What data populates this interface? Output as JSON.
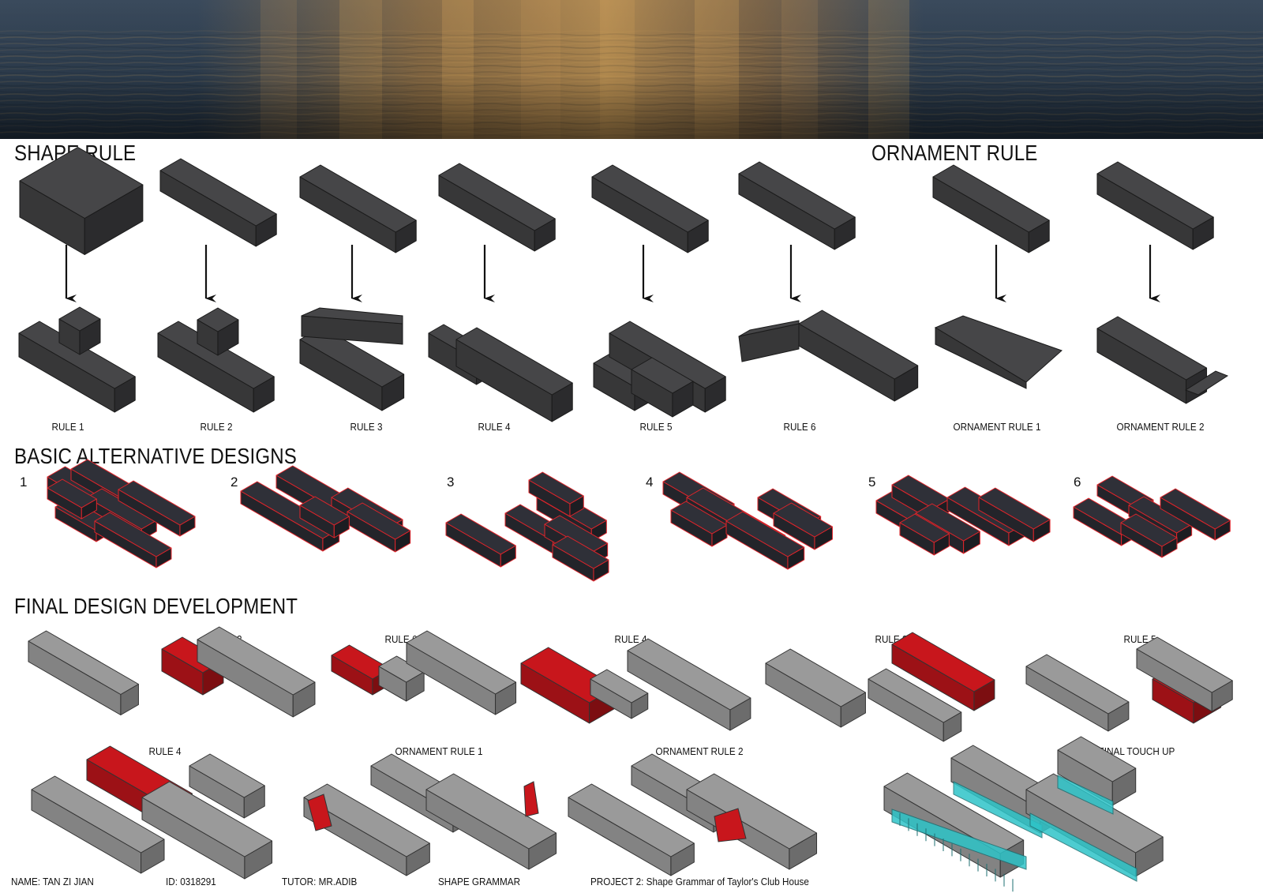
{
  "sections": {
    "shape_rule": "SHAPE RULE",
    "ornament_rule": "ORNAMENT RULE",
    "alternatives": "BASIC ALTERNATIVE DESIGNS",
    "final_dev": "FINAL DESIGN DEVELOPMENT"
  },
  "shape_rules": [
    "RULE 1",
    "RULE 2",
    "RULE 3",
    "RULE 4",
    "RULE 5",
    "RULE 6"
  ],
  "ornament_rules": [
    "ORNAMENT RULE 1",
    "ORNAMENT RULE 2"
  ],
  "alternative_numbers": [
    "1",
    "2",
    "3",
    "4",
    "5",
    "6"
  ],
  "development_labels": [
    "RULE 2",
    "RULE 6",
    "RULE 4",
    "RULE 3",
    "RULE 5",
    "RULE 4",
    "ORNAMENT RULE 1",
    "ORNAMENT RULE 2",
    "FINAL TOUCH UP"
  ],
  "footer": {
    "name": "NAME: TAN ZI JIAN",
    "id": "ID: 0318291",
    "tutor": "TUTOR: MR.ADIB",
    "subject": "SHAPE GRAMMAR",
    "project": "PROJECT 2: Shape Grammar of Taylor's Club House"
  },
  "colors": {
    "dark_block": "#464648",
    "grey_block": "#9a9a9a",
    "highlight": "#c8161c",
    "glass": "#2ec4c8",
    "outline_alt": "#e0242a"
  }
}
